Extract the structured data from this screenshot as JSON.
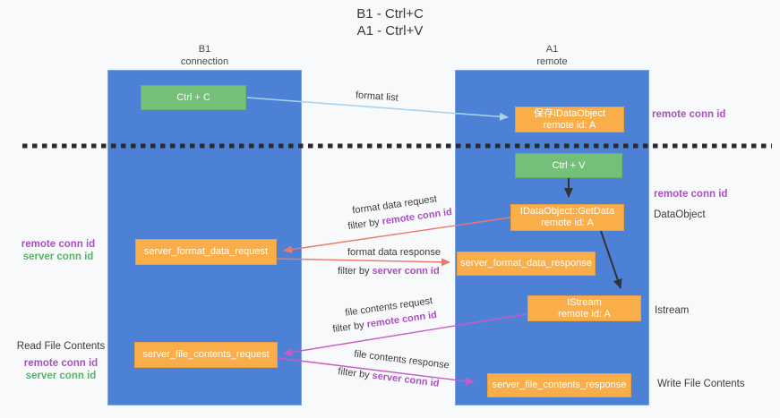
{
  "title": {
    "line1": "B1 - Ctrl+C",
    "line2": "A1 - Ctrl+V"
  },
  "lanes": {
    "left": {
      "name": "B1",
      "role": "connection"
    },
    "right": {
      "name": "A1",
      "role": "remote"
    }
  },
  "nodes": {
    "ctrl_c": {
      "label": "Ctrl + C"
    },
    "save_dataobject": {
      "line1": "保存IDataObject",
      "line2": "remote id: A"
    },
    "ctrl_v": {
      "label": "Ctrl + V"
    },
    "getdata": {
      "line1": "IDataObject::GetData",
      "line2": "remote id: A"
    },
    "format_request": {
      "label": "server_format_data_request"
    },
    "format_response": {
      "label": "server_format_data_response"
    },
    "istream": {
      "line1": "IStream",
      "line2": "remote id: A"
    },
    "file_request": {
      "label": "server_file_contents_request"
    },
    "file_response": {
      "label": "server_file_contents_response"
    }
  },
  "edge_labels": {
    "format_list": "format list",
    "format_data_request": "format data request",
    "format_data_response": "format data response",
    "file_contents_request": "file contents request",
    "file_contents_response": "file contents response",
    "filter_by": "filter by ",
    "remote_conn_id": "remote conn id",
    "server_conn_id": "server conn id"
  },
  "side_labels": {
    "remote_conn_id": "remote conn id",
    "server_conn_id": "server conn id",
    "dataobject": "DataObject",
    "istream": "Istream",
    "read_file_contents": "Read File Contents",
    "write_file_contents": "Write File Contents"
  },
  "colors": {
    "lane_blue": "#4d81d6",
    "node_orange": "#f9ae49",
    "node_green": "#74c078",
    "arrow_red": "#e97a6e",
    "arrow_magenta": "#cb58c5",
    "arrow_blue": "#a9d2ef",
    "arrow_black": "#333333",
    "label_purple": "#a94fc0",
    "label_green": "#57b368"
  }
}
